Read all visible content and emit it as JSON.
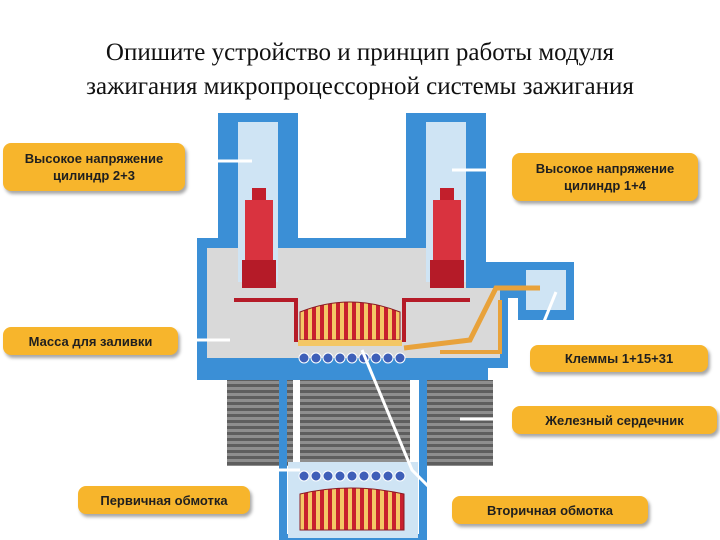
{
  "slide": {
    "title_line1": "Опишите устройство и принцип работы  модуля",
    "title_line2": "зажигания микропроцессорной системы зажигания"
  },
  "labels": {
    "hv_left_line1": "Высокое напряжение",
    "hv_left_line2": "цилиндр  2+3",
    "hv_right_line1": "Высокое напряжение",
    "hv_right_line2": "цилиндр  1+4",
    "potting": "Масса для заливки",
    "terminals": "Клеммы 1+15+31",
    "iron_core": "Железный сердечник",
    "primary_winding": "Первичная обмотка",
    "secondary_winding": "Вторичная обмотка"
  },
  "colors": {
    "label_fill": "#f7b52c",
    "housing": "#3b8fd6",
    "housing_light": "#cfe4f4",
    "potting": "#d9d9d9",
    "hv_pin": "#d9333f",
    "coil_copper": "#e8a23b"
  }
}
